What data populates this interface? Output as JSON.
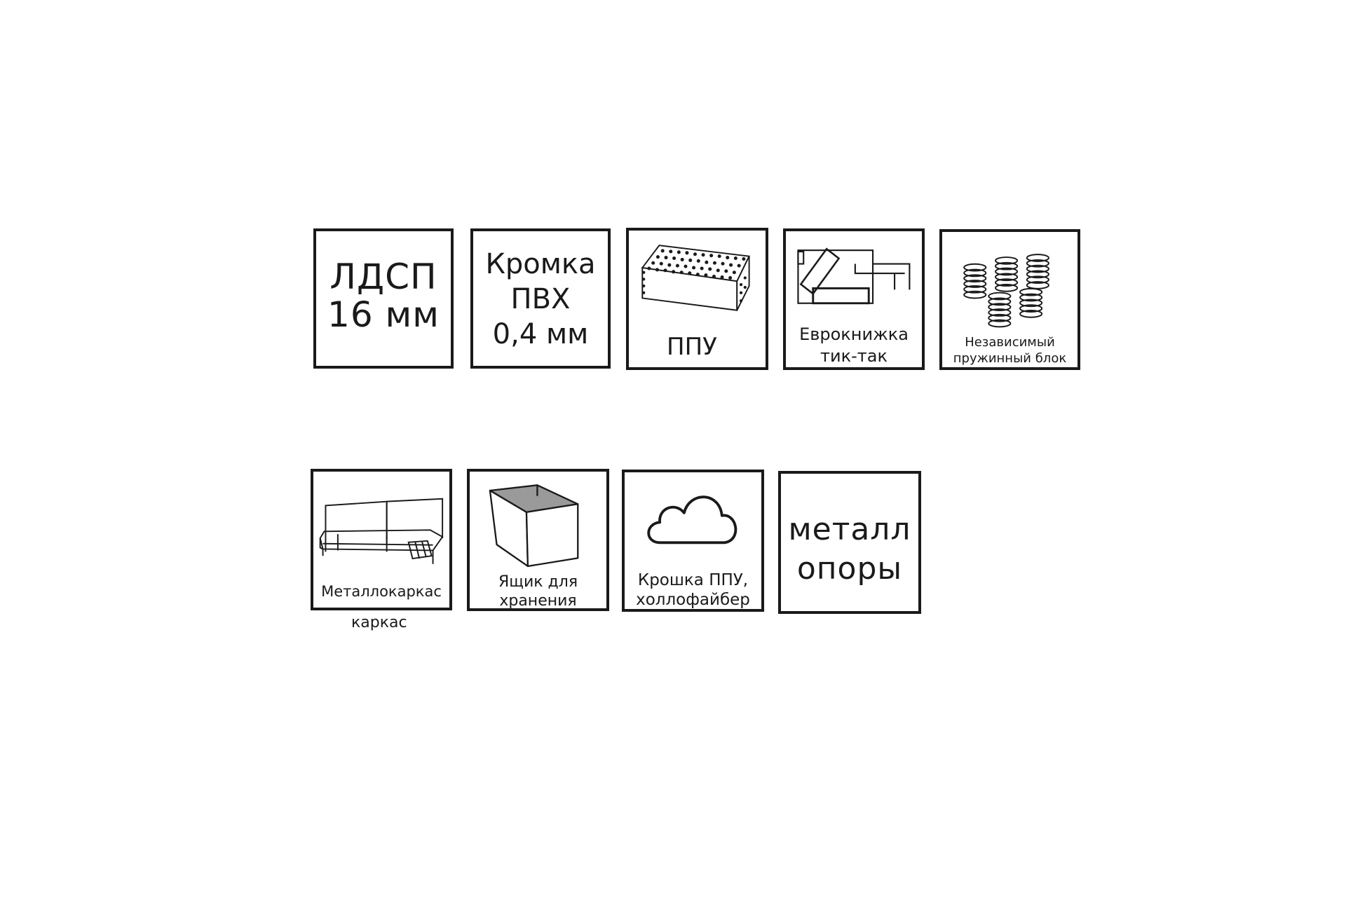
{
  "colors": {
    "stroke": "#1a1a1a",
    "background": "#ffffff"
  },
  "row1": [
    {
      "icon": "none",
      "lines": [
        "ЛДСП",
        "16 мм"
      ]
    },
    {
      "icon": "none",
      "lines": [
        "Кромка",
        "ПВХ",
        "0,4 мм"
      ]
    },
    {
      "icon": "foam-block-icon",
      "lines": [
        "ППУ"
      ]
    },
    {
      "icon": "sofa-mechanism-icon",
      "lines": [
        "Еврокнижка",
        "тик-так"
      ]
    },
    {
      "icon": "springs-icon",
      "lines": [
        "Независимый",
        "пружинный блок"
      ]
    }
  ],
  "row2": [
    {
      "icon": "metal-frame-icon",
      "lines": [
        "Металлокаркас"
      ],
      "below": "каркас"
    },
    {
      "icon": "storage-box-icon",
      "lines": [
        "Ящик для",
        "хранения"
      ]
    },
    {
      "icon": "cloud-icon",
      "lines": [
        "Крошка ППУ,",
        "холлофайбер"
      ]
    },
    {
      "icon": "none",
      "lines": [
        "металл",
        "опоры"
      ]
    }
  ]
}
